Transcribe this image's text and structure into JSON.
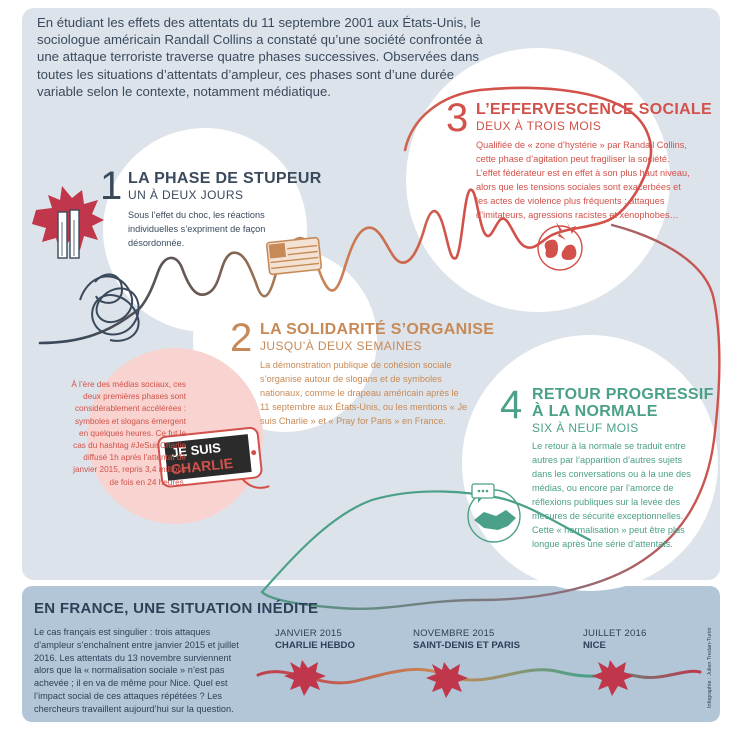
{
  "intro": "En étudiant les effets des attentats du 11 septembre 2001 aux États-Unis, le sociologue américain Randall Collins a constaté qu’une société confrontée à une attaque terroriste traverse quatre phases successives. Observées dans toutes les situations d’attentats d’ampleur, ces phases sont d’une durée variable selon le contexte, notamment médiatique.",
  "phases": [
    {
      "number": "1",
      "title": "LA PHASE DE STUPEUR",
      "duration": "UN À DEUX JOURS",
      "text": "Sous l’effet du choc, les réactions individuelles s’expriment de façon désordonnée.",
      "color": "#3a4a5c"
    },
    {
      "number": "2",
      "title": "LA SOLIDARITÉ S’ORGANISE",
      "duration": "JUSQU’À DEUX SEMAINES",
      "text": "La démonstration publique de cohésion sociale s’organise autour de slogans et de symboles nationaux, comme le drapeau américain après le 11 septembre aux États-Unis, ou les mentions « Je suis Charlie » et « Pray for Paris » en France.",
      "color": "#c78a57"
    },
    {
      "number": "3",
      "title": "L’EFFERVESCENCE SOCIALE",
      "duration": "DEUX À TROIS MOIS",
      "text": "Qualifiée de « zone d’hystérie » par Randall Collins, cette phase d’agitation peut fragiliser la société. L’effet fédérateur est en effet à son plus haut niveau, alors que les tensions sociales sont exacerbées et les actes de violence plus fréquents : attaques d’imitateurs, agressions racistes et xénophobes…",
      "color": "#d2514a"
    },
    {
      "number": "4",
      "title_line1": "RETOUR PROGRESSIF",
      "title_line2": "À LA NORMALE",
      "duration": "SIX À NEUF MOIS",
      "text": "Le retour à la normale se traduit entre autres par l’apparition d’autres sujets dans les conversations ou à la une des médias, ou encore par l’amorce de réflexions publiques sur la levée des mesures de sécurité exceptionnelles. Cette « normalisation » peut être plus longue après une série d’attentats.",
      "color": "#4aa088"
    }
  ],
  "media_note": "À l’ère des médias sociaux, ces deux premières phases sont considérablement accélérées : symboles et slogans émergent en quelques heures. Ce fut le cas du hashtag #JeSuisCharlie diffusé 1h après l’attentat de janvier 2015, repris 3,4 millions de fois en 24 heures.",
  "phone_line1": "JE SUIS",
  "phone_line2": "CHARLIE",
  "france": {
    "title": "EN FRANCE, UNE SITUATION INÉDITE",
    "text": "Le cas français est singulier : trois attaques d’ampleur s’enchaînent entre janvier 2015 et juillet 2016. Les attentats du 13 novembre surviennent alors que la « normalisation sociale » n’est pas achevée ; il en va de même pour Nice. Quel est l’impact social de ces attaques répétées ? Les chercheurs travaillent aujourd’hui sur la question.",
    "events": [
      {
        "date": "JANVIER 2015",
        "name": "CHARLIE HEBDO"
      },
      {
        "date": "NOVEMBRE 2015",
        "name": "SAINT-DENIS ET PARIS"
      },
      {
        "date": "JUILLET 2016",
        "name": "NICE"
      }
    ]
  },
  "credit": "Infographie : Julien Tredan-Turini",
  "colors": {
    "phase1": "#3a4a5c",
    "phase2": "#c78a57",
    "phase3": "#d2514a",
    "phase4": "#4aa088",
    "explosion": "#c0364a",
    "panel_top": "#dde3ea",
    "panel_bottom": "#b2c6d8"
  },
  "icons": [
    "twin-towers-explosion-icon",
    "scribble-knot-icon",
    "flag-icon",
    "fists-icon",
    "handshake-icon",
    "speech-bubble-icon",
    "phone-je-suis-charlie-icon",
    "explosion-icon"
  ]
}
